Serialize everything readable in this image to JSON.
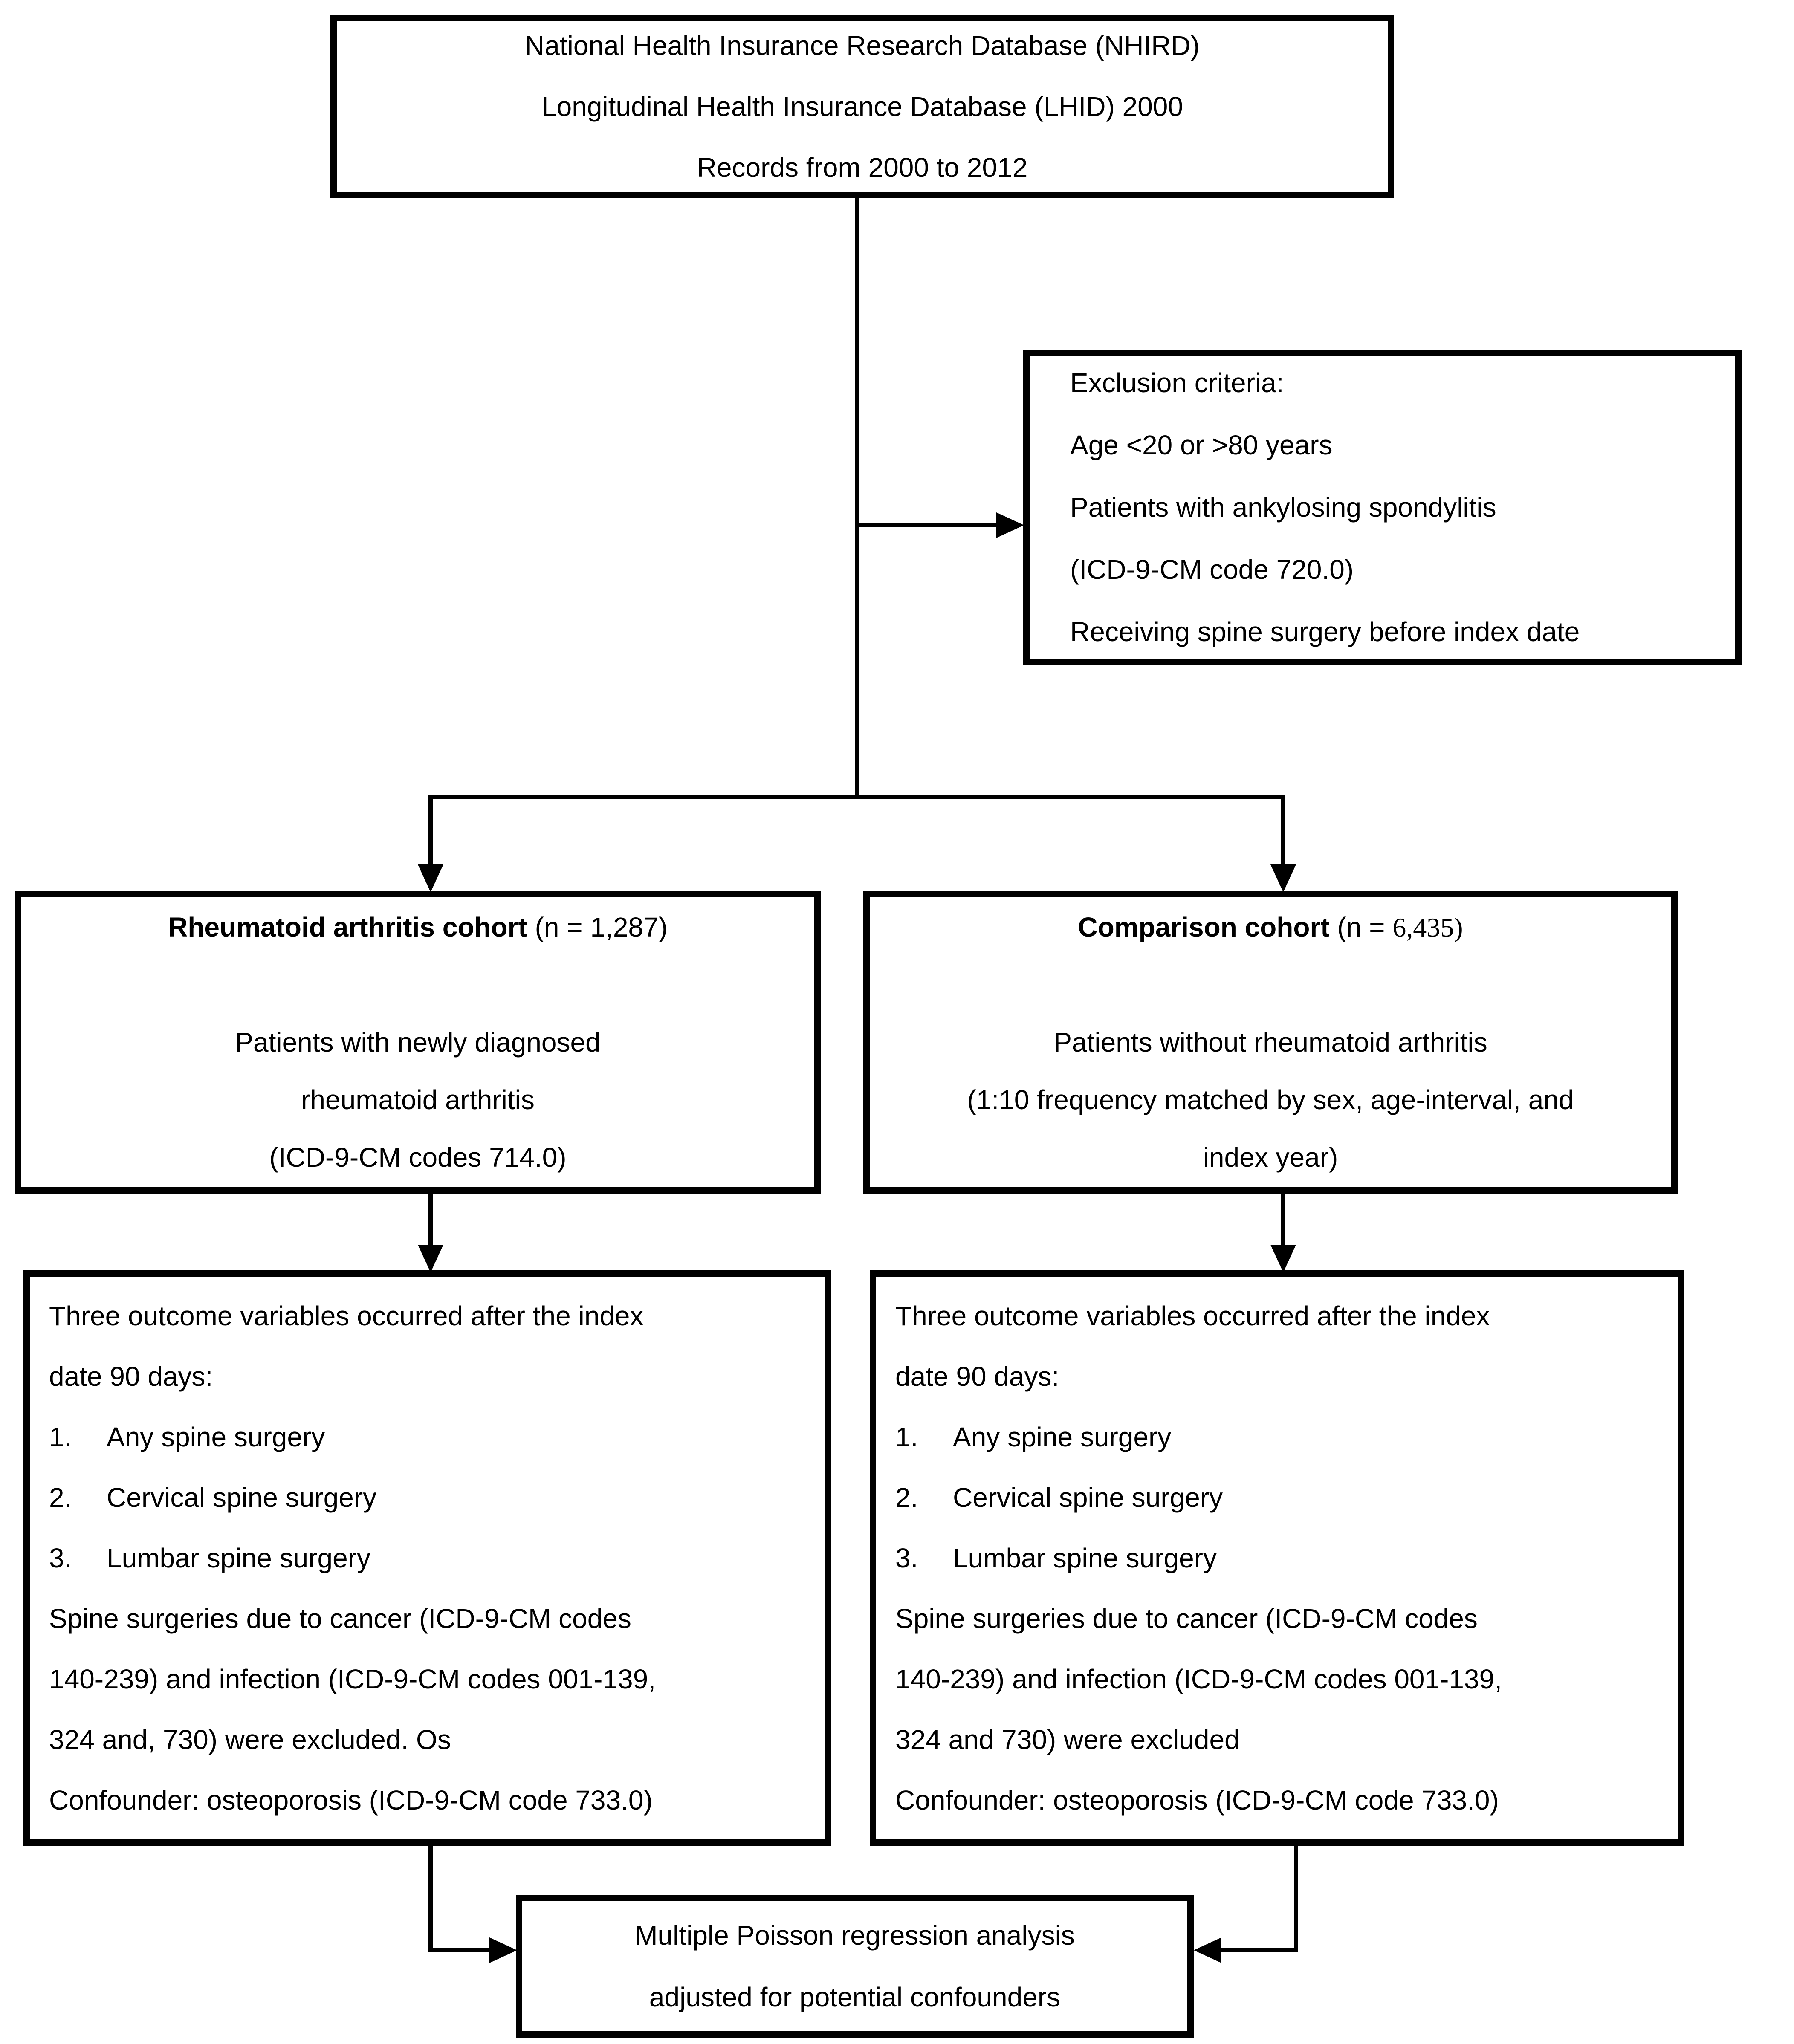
{
  "diagram": {
    "top_box": {
      "lines": [
        "National Health Insurance Research Database (NHIRD)",
        "Longitudinal Health Insurance Database (LHID) 2000",
        "Records from 2000 to 2012"
      ]
    },
    "exclusion_box": {
      "lines": [
        "Exclusion criteria:",
        "Age <20 or >80 years",
        "Patients with ankylosing spondylitis",
        "(ICD-9-CM code 720.0)",
        "Receiving spine surgery before index date"
      ]
    },
    "ra_cohort_box": {
      "title_bold": "Rheumatoid arthritis cohort",
      "title_rest": " (n = 1,287)",
      "lines": [
        "Patients with newly diagnosed",
        "rheumatoid arthritis",
        "(ICD-9-CM codes 714.0)"
      ]
    },
    "comparison_cohort_box": {
      "title_bold": "Comparison cohort",
      "title_rest": " (n = ",
      "title_num": "6,435)",
      "lines": [
        "Patients without rheumatoid arthritis",
        "(1:10 frequency matched by sex, age-interval, and",
        "index year)"
      ]
    },
    "ra_outcome_box": {
      "intro_lines": [
        "Three outcome variables occurred after the index",
        "date 90 days:"
      ],
      "items": [
        {
          "num": "1.",
          "text": "Any spine surgery"
        },
        {
          "num": "2.",
          "text": "Cervical spine surgery"
        },
        {
          "num": "3.",
          "text": "Lumbar spine surgery"
        }
      ],
      "tail_lines": [
        "Spine surgeries due to cancer (ICD-9-CM codes",
        "140-239) and infection (ICD-9-CM codes 001-139,",
        "324 and, 730) were excluded. Os",
        "Confounder: osteoporosis (ICD-9-CM code 733.0)"
      ]
    },
    "comparison_outcome_box": {
      "intro_lines": [
        "Three outcome variables occurred after the index",
        "date 90 days:"
      ],
      "items": [
        {
          "num": "1.",
          "text": "Any spine surgery"
        },
        {
          "num": "2.",
          "text": "Cervical spine surgery"
        },
        {
          "num": "3.",
          "text": "Lumbar spine surgery"
        }
      ],
      "tail_lines": [
        "Spine surgeries due to cancer (ICD-9-CM codes",
        "140-239) and infection (ICD-9-CM codes 001-139,",
        "324 and 730) were excluded",
        "Confounder: osteoporosis (ICD-9-CM code 733.0)"
      ]
    },
    "regression_box": {
      "lines": [
        "Multiple Poisson regression analysis",
        "adjusted for potential confounders"
      ]
    },
    "colors": {
      "line": "#000000",
      "background": "#ffffff",
      "text": "#000000"
    }
  }
}
